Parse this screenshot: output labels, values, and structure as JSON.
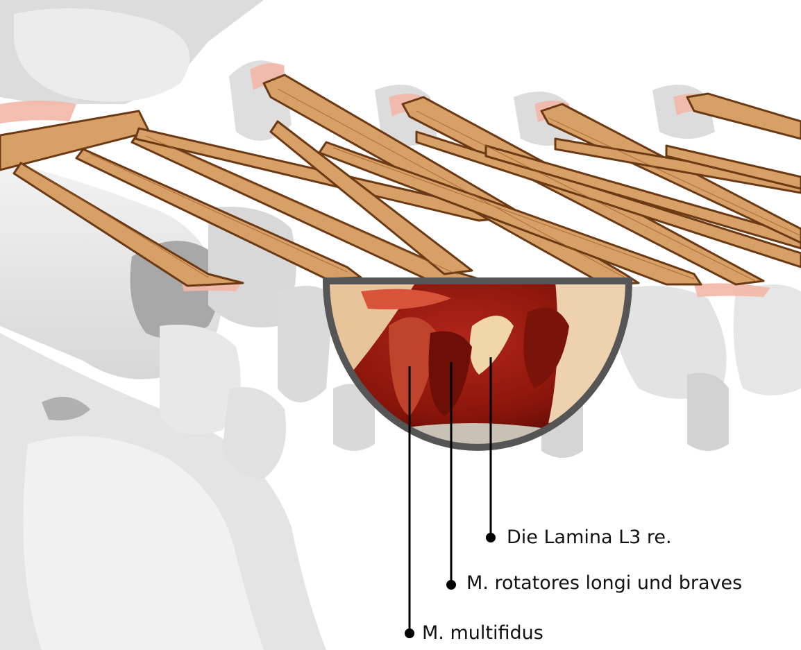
{
  "figure": {
    "colors": {
      "bone": "#e6e6e6",
      "bone_shadow": "#bdbdbd",
      "bone_dark": "#9c9c9c",
      "muscle_fill": "#d6a067",
      "muscle_stroke": "#6b3a14",
      "cartilage": "#f2b7a6",
      "lens_rim": "#555555",
      "tissue_red": "#9a1a0e",
      "tissue_dark": "#5c0c06",
      "tissue_pale": "#e8c49a",
      "leader_line": "#000000"
    },
    "icons": [
      "photo-inset",
      "leader-dot"
    ]
  },
  "annotations": [
    {
      "id": "lamina",
      "text": "Die Lamina L3 re."
    },
    {
      "id": "rotatores",
      "text": "M. rotatores longi und braves"
    },
    {
      "id": "multifidus",
      "text": "M. multifidus"
    }
  ]
}
